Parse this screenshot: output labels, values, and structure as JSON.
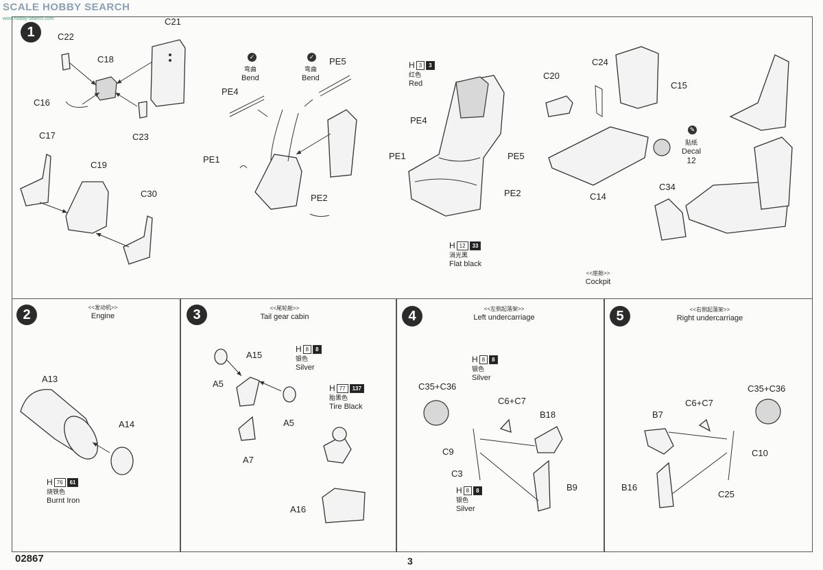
{
  "watermark": {
    "text": "SCALE HOBBY SEARCH",
    "url": "www.hobby-search.com"
  },
  "page": {
    "code": "02867",
    "number": "3"
  },
  "steps": [
    {
      "num": "1",
      "title_cn": "<<座舱>>",
      "title_en": "Cockpit"
    },
    {
      "num": "2",
      "title_cn": "<<发动机>>",
      "title_en": "Engine"
    },
    {
      "num": "3",
      "title_cn": "<<尾轮舱>>",
      "title_en": "Tail gear cabin"
    },
    {
      "num": "4",
      "title_cn": "<<左侧起落架>>",
      "title_en": "Left undercarriage"
    },
    {
      "num": "5",
      "title_cn": "<<右侧起落架>>",
      "title_en": "Right undercarriage"
    }
  ],
  "bend": {
    "cn": "弯曲",
    "en": "Bend"
  },
  "decal": {
    "cn": "贴纸",
    "en": "Decal",
    "num": "12"
  },
  "paints": {
    "red": {
      "h": "H",
      "a": "3",
      "b": "3",
      "cn": "红色",
      "en": "Red"
    },
    "flat_black": {
      "h": "H",
      "a": "12",
      "b": "33",
      "cn": "消光黑",
      "en": "Flat black"
    },
    "silver": {
      "h": "H",
      "a": "8",
      "b": "8",
      "cn": "银色",
      "en": "Silver"
    },
    "tire_black": {
      "h": "H",
      "a": "77",
      "b": "137",
      "cn": "胎黑色",
      "en": "Tire Black"
    },
    "burnt_iron": {
      "h": "H",
      "a": "76",
      "b": "61",
      "cn": "烧铁色",
      "en": "Burnt Iron"
    }
  },
  "parts": {
    "c21": "C21",
    "c22": "C22",
    "c18": "C18",
    "c16": "C16",
    "c23": "C23",
    "c17": "C17",
    "c19": "C19",
    "c30": "C30",
    "pe4": "PE4",
    "pe5": "PE5",
    "pe1": "PE1",
    "pe2": "PE2",
    "c20": "C20",
    "c24": "C24",
    "c15": "C15",
    "c14": "C14",
    "c34": "C34",
    "a13": "A13",
    "a14": "A14",
    "a15": "A15",
    "a5": "A5",
    "a7": "A7",
    "a16": "A16",
    "c35c36": "C35+C36",
    "c6c7": "C6+C7",
    "b18": "B18",
    "c9": "C9",
    "c3": "C3",
    "b9": "B9",
    "b7": "B7",
    "c10": "C10",
    "b16": "B16",
    "c25": "C25"
  }
}
